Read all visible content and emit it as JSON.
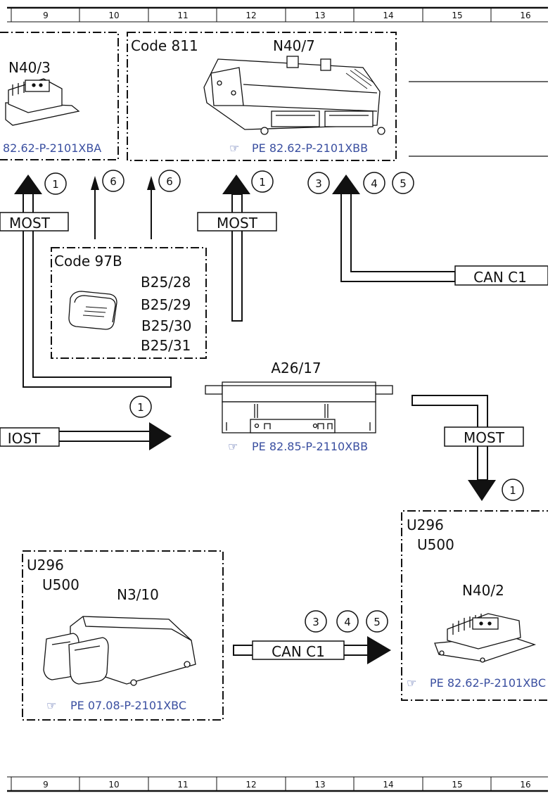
{
  "grid": {
    "columns": [
      "9",
      "10",
      "11",
      "12",
      "13",
      "14",
      "15",
      "16"
    ]
  },
  "modules": {
    "n40_3": {
      "label": "N40/3",
      "ref": "82.62-P-2101XBA"
    },
    "n40_7": {
      "code": "Code 811",
      "label": "N40/7",
      "ref": "PE 82.62-P-2101XBB"
    },
    "b25": {
      "code": "Code 97B",
      "labels": [
        "B25/28",
        "B25/29",
        "B25/30",
        "B25/31"
      ]
    },
    "a26_17": {
      "label": "A26/17",
      "ref": "PE 82.85-P-2110XBB"
    },
    "n3_10": {
      "code1": "U296",
      "code2": "U500",
      "label": "N3/10",
      "ref": "PE 07.08-P-2101XBC"
    },
    "n40_2": {
      "code1": "U296",
      "code2": "U500",
      "label": "N40/2",
      "ref": "PE 82.62-P-2101XBC"
    }
  },
  "buses": {
    "most": "MOST",
    "most_cut": "IOST",
    "can_c1": "CAN C1"
  },
  "callouts": {
    "c1": "1",
    "c3": "3",
    "c4": "4",
    "c5": "5",
    "c6": "6"
  }
}
